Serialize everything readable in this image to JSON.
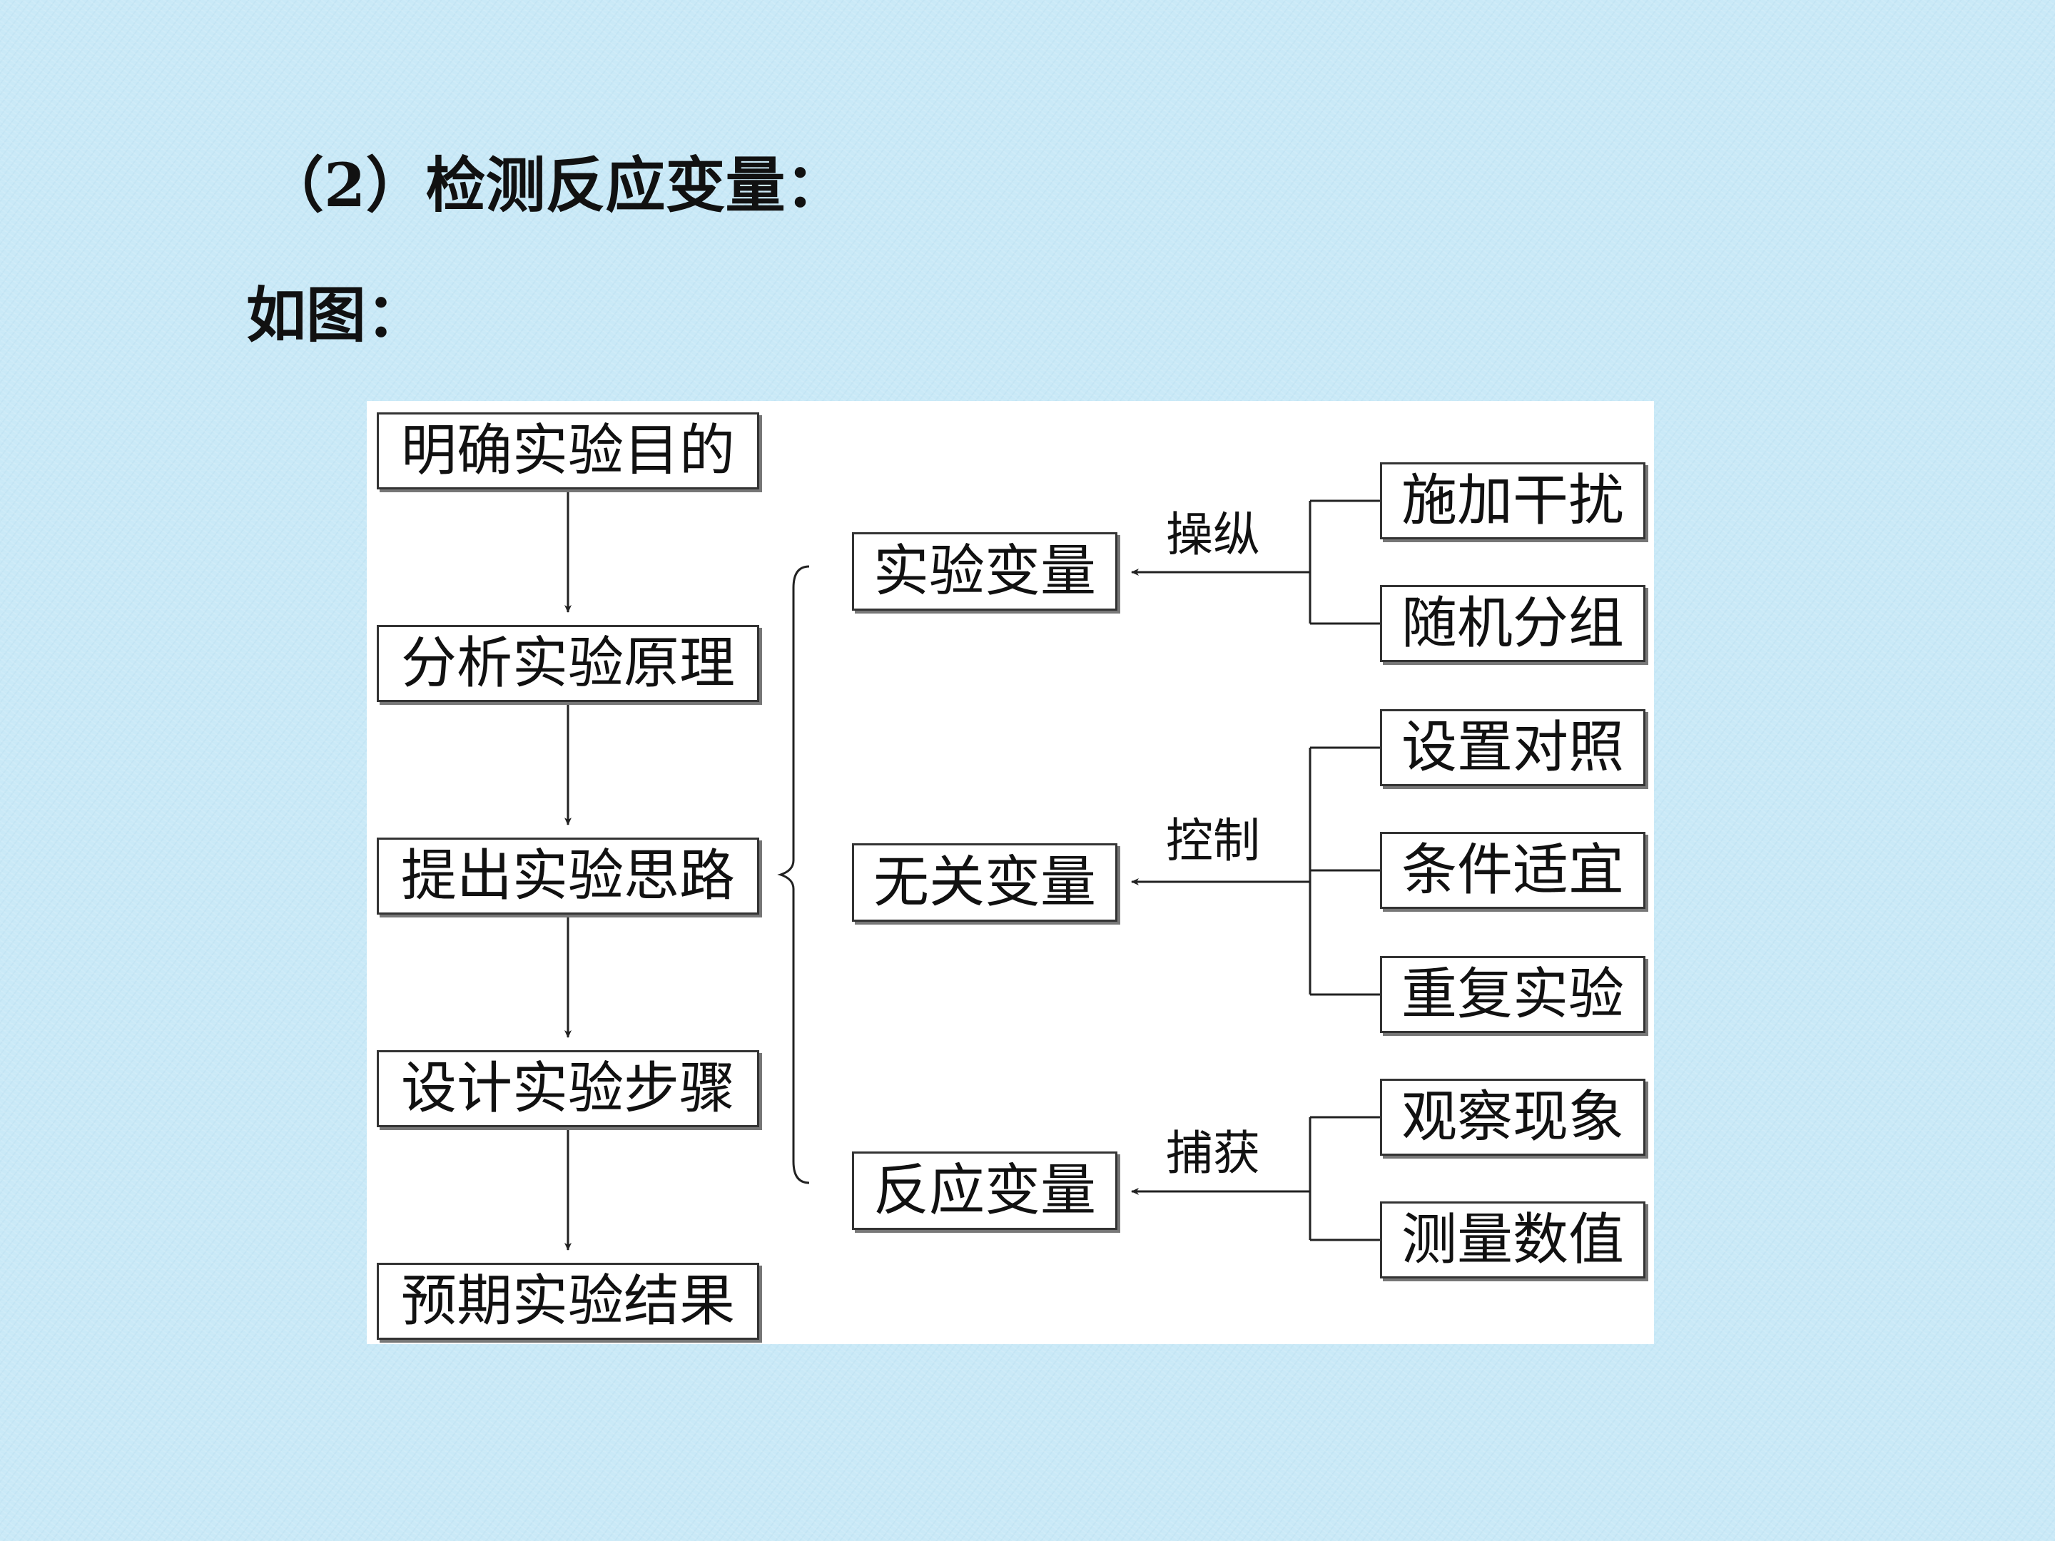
{
  "heading": "（2）检测反应变量：",
  "subheading": "如图：",
  "diagram": {
    "steps": [
      "明确实验目的",
      "分析实验原理",
      "提出实验思路",
      "设计实验步骤",
      "预期实验结果"
    ],
    "variables": [
      "实验变量",
      "无关变量",
      "反应变量"
    ],
    "edge_labels": [
      "操纵",
      "控制",
      "捕获"
    ],
    "methods": {
      "experimental": [
        "施加干扰",
        "随机分组"
      ],
      "irrelevant": [
        "设置对照",
        "条件适宜",
        "重复实验"
      ],
      "response": [
        "观察现象",
        "测量数值"
      ]
    }
  }
}
